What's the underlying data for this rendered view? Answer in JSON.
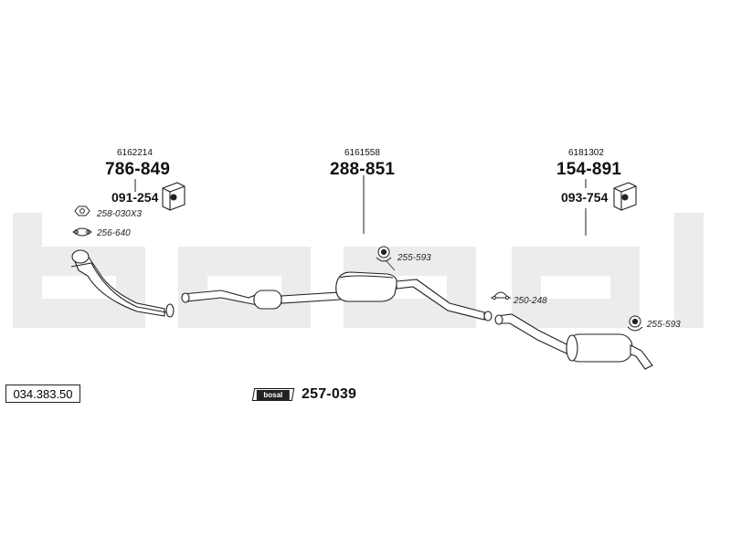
{
  "diagram": {
    "watermark_color": "#ececec",
    "line_color": "#222222",
    "part_number": "034.383.50",
    "kit": {
      "badge_text": "bosal",
      "number": "257-039"
    },
    "groups": [
      {
        "oe_ref": "6162214",
        "main": "786-849",
        "sub": "091-254"
      },
      {
        "oe_ref": "6161558",
        "main": "288-851"
      },
      {
        "oe_ref": "6181302",
        "main": "154-891",
        "sub": "093-754"
      }
    ],
    "small_parts": {
      "nut": "258-030X3",
      "gasket": "256-640",
      "rubber_mount_1": "255-593",
      "clamp": "250-248",
      "rubber_mount_2": "255-593"
    }
  }
}
